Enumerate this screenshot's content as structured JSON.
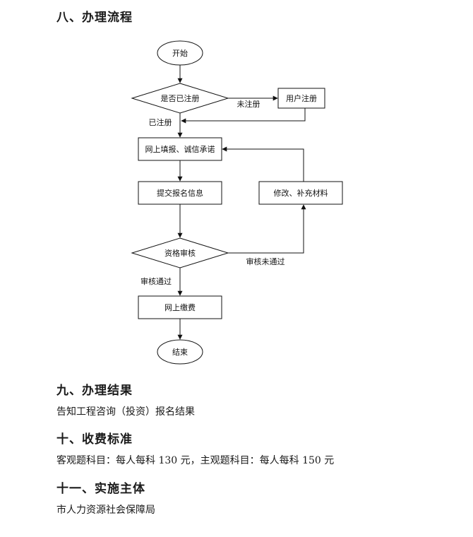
{
  "sections": {
    "s8": {
      "title": "八、办理流程"
    },
    "s9": {
      "title": "九、办理结果",
      "text": "告知工程咨询（投资）报名结果"
    },
    "s10": {
      "title": "十、收费标准",
      "text": "客观题科目：每人每科 130 元，主观题科目：每人每科 150 元"
    },
    "s11": {
      "title": "十一、实施主体",
      "text": "市人力资源社会保障局"
    }
  },
  "flowchart": {
    "start": "开始",
    "check_registered": "是否已注册",
    "user_register": "用户注册",
    "label_not_registered": "未注册",
    "label_registered": "已注册",
    "fill_online": "网上填报、诚信承诺",
    "submit_info": "提交报名信息",
    "modify": "修改、补充材料",
    "qualification_review": "资格审核",
    "label_review_failed": "审核未通过",
    "label_review_passed": "审核通过",
    "pay_online": "网上缴费",
    "end": "结束"
  }
}
